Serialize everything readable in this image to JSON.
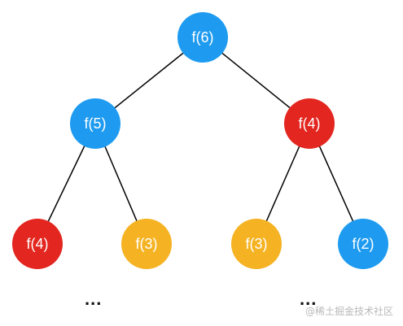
{
  "colors": {
    "blue": "#1e9bf0",
    "red": "#e3261f",
    "yellow": "#f5b323",
    "edge": "#000000"
  },
  "nodes": [
    {
      "id": "root-f6",
      "label": "f(6)",
      "color": "blue"
    },
    {
      "id": "left-f5",
      "label": "f(5)",
      "color": "blue"
    },
    {
      "id": "right-f4",
      "label": "f(4)",
      "color": "red"
    },
    {
      "id": "left-left-f4",
      "label": "f(4)",
      "color": "red"
    },
    {
      "id": "left-right-f3",
      "label": "f(3)",
      "color": "yellow"
    },
    {
      "id": "right-left-f3",
      "label": "f(3)",
      "color": "yellow"
    },
    {
      "id": "right-right-f2",
      "label": "f(2)",
      "color": "blue"
    }
  ],
  "edges": [
    {
      "from": "root-f6",
      "to": "left-f5"
    },
    {
      "from": "root-f6",
      "to": "right-f4"
    },
    {
      "from": "left-f5",
      "to": "left-left-f4"
    },
    {
      "from": "left-f5",
      "to": "left-right-f3"
    },
    {
      "from": "right-f4",
      "to": "right-left-f3"
    },
    {
      "from": "right-f4",
      "to": "right-right-f2"
    }
  ],
  "ellipsis_left": "...",
  "ellipsis_right": "...",
  "watermark": "@稀土掘金技术社区"
}
